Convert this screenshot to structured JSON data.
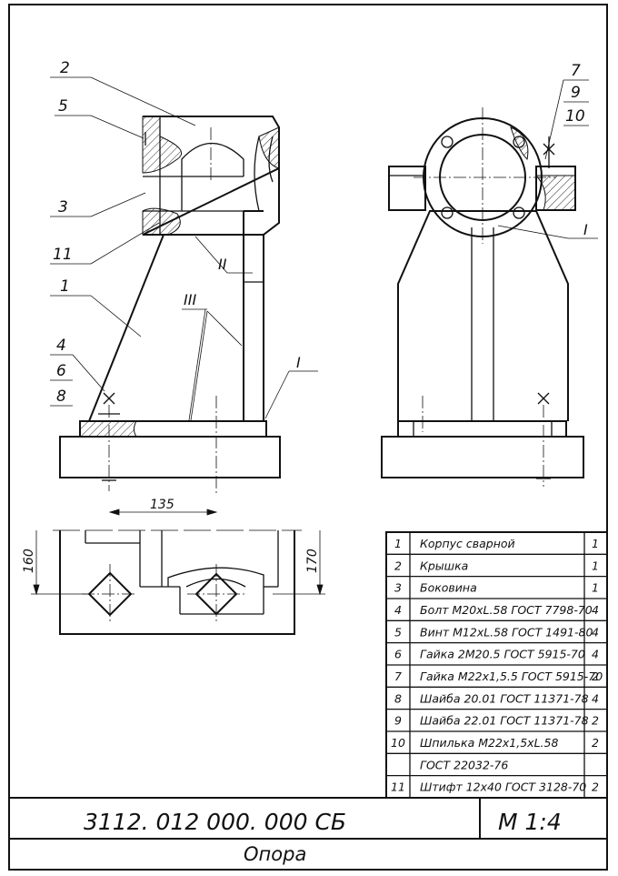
{
  "drawing": {
    "code": "3112. 012 000. 000 СБ",
    "scale": "М 1:4",
    "name": "Опора"
  },
  "leaders": {
    "l1": "1",
    "l2": "2",
    "l3": "3",
    "l5": "5",
    "l11": "11",
    "l4": "4",
    "l6": "6",
    "l8": "8",
    "l7": "7",
    "l9": "9",
    "l10": "10",
    "sec_I_front": "I",
    "sec_II": "II",
    "sec_III": "III",
    "sec_I_side": "I"
  },
  "dimensions": {
    "d135": "135",
    "d160": "160",
    "d170": "170"
  },
  "parts": [
    {
      "num": "1",
      "name": "Корпус сварной",
      "qty": "1"
    },
    {
      "num": "2",
      "name": "Крышка",
      "qty": "1"
    },
    {
      "num": "3",
      "name": "Боковина",
      "qty": "1"
    },
    {
      "num": "4",
      "name": "Болт М20хL.58 ГОСТ 7798-70",
      "qty": "4"
    },
    {
      "num": "5",
      "name": "Винт М12хL.58 ГОСТ 1491-80",
      "qty": "4"
    },
    {
      "num": "6",
      "name": "Гайка 2М20.5 ГОСТ 5915-70",
      "qty": "4"
    },
    {
      "num": "7",
      "name": "Гайка М22х1,5.5 ГОСТ 5915-70",
      "qty": "2"
    },
    {
      "num": "8",
      "name": "Шайба 20.01 ГОСТ 11371-78",
      "qty": "4"
    },
    {
      "num": "9",
      "name": "Шайба 22.01 ГОСТ 11371-78",
      "qty": "2"
    },
    {
      "num": "10",
      "name": "Шпилька М22х1,5хL.58",
      "qty": "2"
    },
    {
      "num": "",
      "name": "ГОСТ 22032-76",
      "qty": ""
    },
    {
      "num": "11",
      "name": "Штифт 12х40 ГОСТ 3128-70",
      "qty": "2"
    }
  ]
}
